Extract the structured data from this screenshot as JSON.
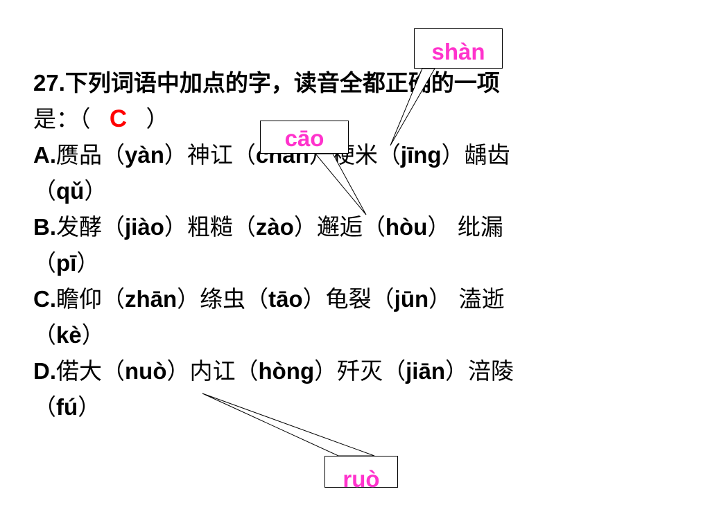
{
  "question": {
    "line1": "27.下列词语中加点的字，读音全都正确的一项",
    "line2_prefix": "是：（",
    "answer": "C",
    "line2_suffix": "）",
    "option_a": {
      "letter": "A.",
      "text1": "赝品（",
      "p1": "yàn",
      "text2": "）神讧（",
      "p2": "chán",
      "text3": "）粳米（",
      "p3": "jīng",
      "text4": "）龋齿",
      "text5": "（",
      "p4": "qǔ",
      "text6": "）"
    },
    "option_b": {
      "letter": "B.",
      "text1": "发酵（",
      "p1": "jiào",
      "text2": "）粗糙（",
      "p2": "zào",
      "text3": "）邂逅（",
      "p3": "hòu",
      "text4": "）  纰漏",
      "text5": "（",
      "p4": "pī",
      "text6": "）"
    },
    "option_c": {
      "letter": "C.",
      "text1": "瞻仰（",
      "p1": "zhān",
      "text2": "）绦虫（",
      "p2": "tāo",
      "text3": "）龟裂（",
      "p3": "jūn",
      "text4": "）   溘逝",
      "text5": "（",
      "p4": "kè",
      "text6": "）"
    },
    "option_d": {
      "letter": "D.",
      "text1": "偌大（",
      "p1": "nuò",
      "text2": "）内讧（",
      "p2": "hòng",
      "text3": "）歼灭（",
      "p3": "jiān",
      "text4": "）涪陵",
      "text5": "（",
      "p4": "fú",
      "text6": "）"
    }
  },
  "callouts": {
    "shan": "shàn",
    "cao": "cāo",
    "ruo": "ruò"
  },
  "colors": {
    "answer": "#ff0000",
    "callout_text": "#ff33cc",
    "text": "#000000",
    "background": "#ffffff"
  }
}
